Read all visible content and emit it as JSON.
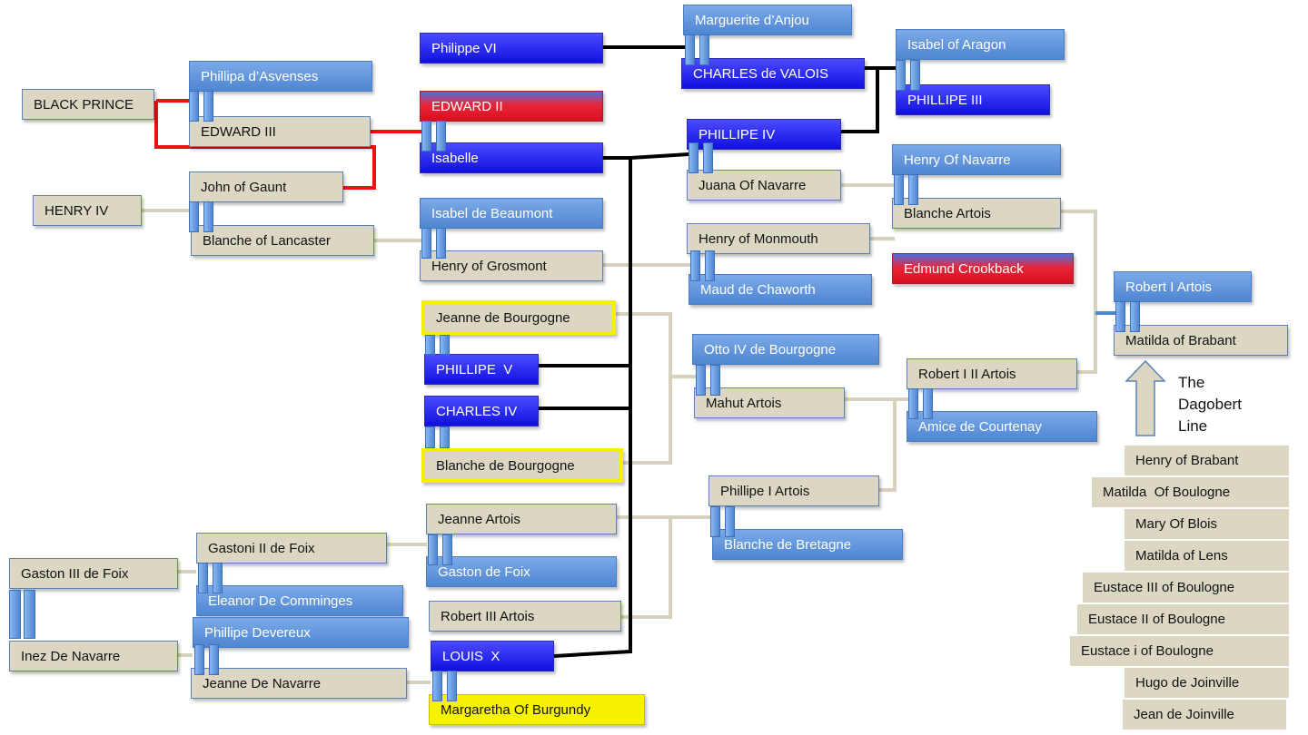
{
  "people": [
    {
      "name": "Philippe VI",
      "kind": "deep"
    },
    {
      "name": "Marguerite d’Anjou",
      "kind": "light"
    },
    {
      "name": "CHARLES de VALOIS",
      "kind": "deep"
    },
    {
      "name": "Isabel of Aragon",
      "kind": "light"
    },
    {
      "name": "PHILLIPE III",
      "kind": "deep"
    },
    {
      "name": "Phillipa d’Asvenses",
      "kind": "light"
    },
    {
      "name": "BLACK PRINCE",
      "kind": "beige"
    },
    {
      "name": "EDWARD III",
      "kind": "beige"
    },
    {
      "name": "EDWARD II",
      "kind": "red"
    },
    {
      "name": "Isabelle",
      "kind": "deep"
    },
    {
      "name": "PHILLIPE IV",
      "kind": "deep"
    },
    {
      "name": "Juana Of Navarre",
      "kind": "beige"
    },
    {
      "name": "Henry Of Navarre",
      "kind": "light"
    },
    {
      "name": "Blanche Artois",
      "kind": "beige"
    },
    {
      "name": "Edmund Crookback",
      "kind": "red"
    },
    {
      "name": "John of Gaunt",
      "kind": "beige"
    },
    {
      "name": "HENRY IV",
      "kind": "beige"
    },
    {
      "name": "Blanche of Lancaster",
      "kind": "beige"
    },
    {
      "name": "Isabel de Beaumont",
      "kind": "light"
    },
    {
      "name": "Henry of Grosmont",
      "kind": "beige"
    },
    {
      "name": "Henry of Monmouth",
      "kind": "beige"
    },
    {
      "name": "Maud de Chaworth",
      "kind": "light"
    },
    {
      "name": "Robert I Artois",
      "kind": "light"
    },
    {
      "name": "Matilda of Brabant",
      "kind": "beige"
    },
    {
      "name": "Jeanne de Bourgogne",
      "kind": "yborder"
    },
    {
      "name": "PHILLIPE  V",
      "kind": "deep"
    },
    {
      "name": "CHARLES IV",
      "kind": "deep"
    },
    {
      "name": "Blanche de Bourgogne",
      "kind": "yborder"
    },
    {
      "name": "Otto IV de Bourgogne",
      "kind": "light"
    },
    {
      "name": "Mahut Artois",
      "kind": "beige"
    },
    {
      "name": "Robert I II Artois",
      "kind": "beige"
    },
    {
      "name": "Amice de Courtenay",
      "kind": "light"
    },
    {
      "name": "Phillipe I Artois",
      "kind": "beige"
    },
    {
      "name": "Blanche de Bretagne",
      "kind": "light"
    },
    {
      "name": "Jeanne Artois",
      "kind": "beige"
    },
    {
      "name": "Gaston de Foix",
      "kind": "light"
    },
    {
      "name": "Robert III Artois",
      "kind": "beige"
    },
    {
      "name": "LOUIS  X",
      "kind": "deep"
    },
    {
      "name": "Margaretha Of Burgundy",
      "kind": "yfill"
    },
    {
      "name": "Gastoni II de Foix",
      "kind": "beige"
    },
    {
      "name": "Eleanor De Comminges",
      "kind": "light"
    },
    {
      "name": "Gaston III de Foix",
      "kind": "beige"
    },
    {
      "name": "Phillipe Devereux",
      "kind": "light"
    },
    {
      "name": "Inez De Navarre",
      "kind": "beige"
    },
    {
      "name": "Jeanne De Navarre",
      "kind": "beige"
    }
  ],
  "dagobert_label": [
    "The",
    "Dagobert",
    "Line"
  ],
  "dagobert_line": [
    "Henry of Brabant",
    "Matilda  Of Boulogne",
    "Mary Of Blois",
    "Matilda of Lens",
    "Eustace III of Boulogne",
    "Eustace II of Boulogne",
    "Eustace i of Boulogne",
    "Hugo de Joinville",
    "Jean de Joinville"
  ],
  "colors": {
    "royal_line": "#ee1111",
    "french_line": "#000000",
    "other_line": "#d8d3c0"
  }
}
